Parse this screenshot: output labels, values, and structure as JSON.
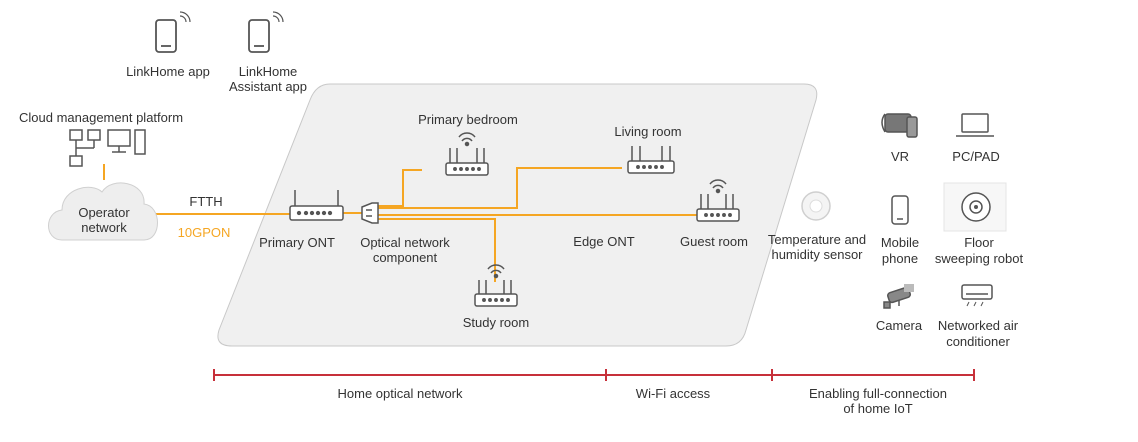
{
  "apps": {
    "linkhome": "LinkHome app",
    "assistant_line1": "LinkHome",
    "assistant_line2": "Assistant app"
  },
  "cloud_platform": "Cloud management platform",
  "operator_line1": "Operator",
  "operator_line2": "network",
  "ftth": "FTTH",
  "gpon": "10GPON",
  "primary_ont": "Primary ONT",
  "optical_line1": "Optical network",
  "optical_line2": "component",
  "primary_bedroom": "Primary bedroom",
  "living_room": "Living room",
  "edge_ont": "Edge ONT",
  "guest_room": "Guest room",
  "study_room": "Study room",
  "iot": {
    "vr": "VR",
    "pc_pad": "PC/PAD",
    "temp_line1": "Temperature and",
    "temp_line2": "humidity sensor",
    "mobile_line1": "Mobile",
    "mobile_line2": "phone",
    "floor_line1": "Floor",
    "floor_line2": "sweeping robot",
    "camera": "Camera",
    "aircon_line1": "Networked air",
    "aircon_line2": "conditioner"
  },
  "sections": {
    "home_optical": "Home optical network",
    "wifi_access": "Wi-Fi access",
    "iot_line1": "Enabling full-connection",
    "iot_line2": "of home IoT"
  },
  "colors": {
    "fiber": "#f5a623",
    "section_bar": "#c7303a",
    "panel": "#f0f0f0"
  }
}
